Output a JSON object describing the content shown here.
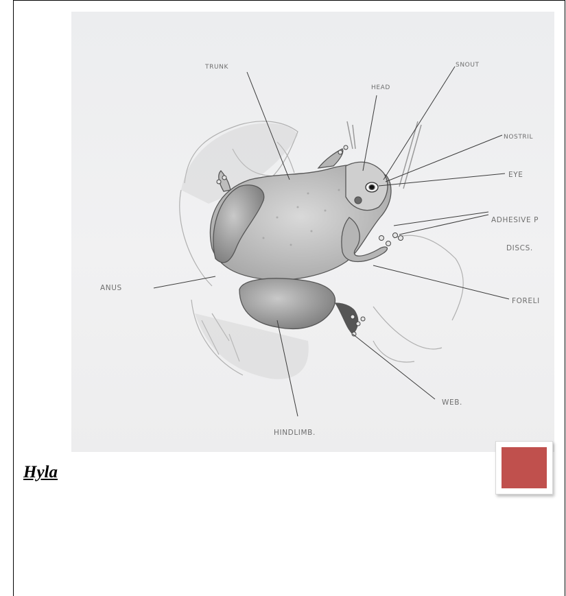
{
  "caption": "Hyla",
  "accent_color": "#c0504d",
  "labels": {
    "trunk": "TRUNK",
    "head": "HEAD",
    "snout": "SNOUT",
    "nostril": "NOSTRIL",
    "eye": "EYE",
    "adhesive": "ADHESIVE P",
    "discs": "DISCS.",
    "anus": "ANUS",
    "forelimb": "FORELI",
    "web": "WEB.",
    "hindlimb": "HINDLIMB."
  }
}
